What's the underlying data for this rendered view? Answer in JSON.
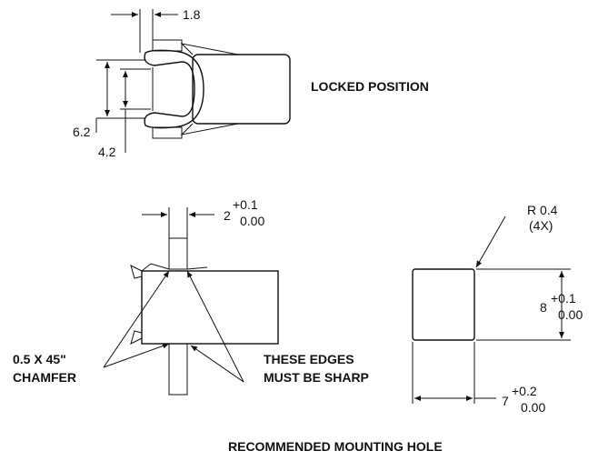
{
  "locked": {
    "title": "LOCKED POSITION",
    "dim_top": "1.8",
    "dim_outer": "6.2",
    "dim_inner": "4.2"
  },
  "section": {
    "dim_thickness": "2",
    "dim_thickness_tol_plus": "+0.1",
    "dim_thickness_tol_minus": "0.00",
    "chamfer_line1": "0.5 X 45\"",
    "chamfer_line2": "CHAMFER",
    "edges_line1": "THESE EDGES",
    "edges_line2": "MUST BE SHARP"
  },
  "hole": {
    "radius_line1": "R 0.4",
    "radius_line2": "(4X)",
    "dim_height": "8",
    "dim_height_tol_plus": "+0.1",
    "dim_height_tol_minus": "0.00",
    "dim_width": "7",
    "dim_width_tol_plus": "+0.2",
    "dim_width_tol_minus": "0.00",
    "title": "RECOMMENDED MOUNTING HOLE"
  }
}
